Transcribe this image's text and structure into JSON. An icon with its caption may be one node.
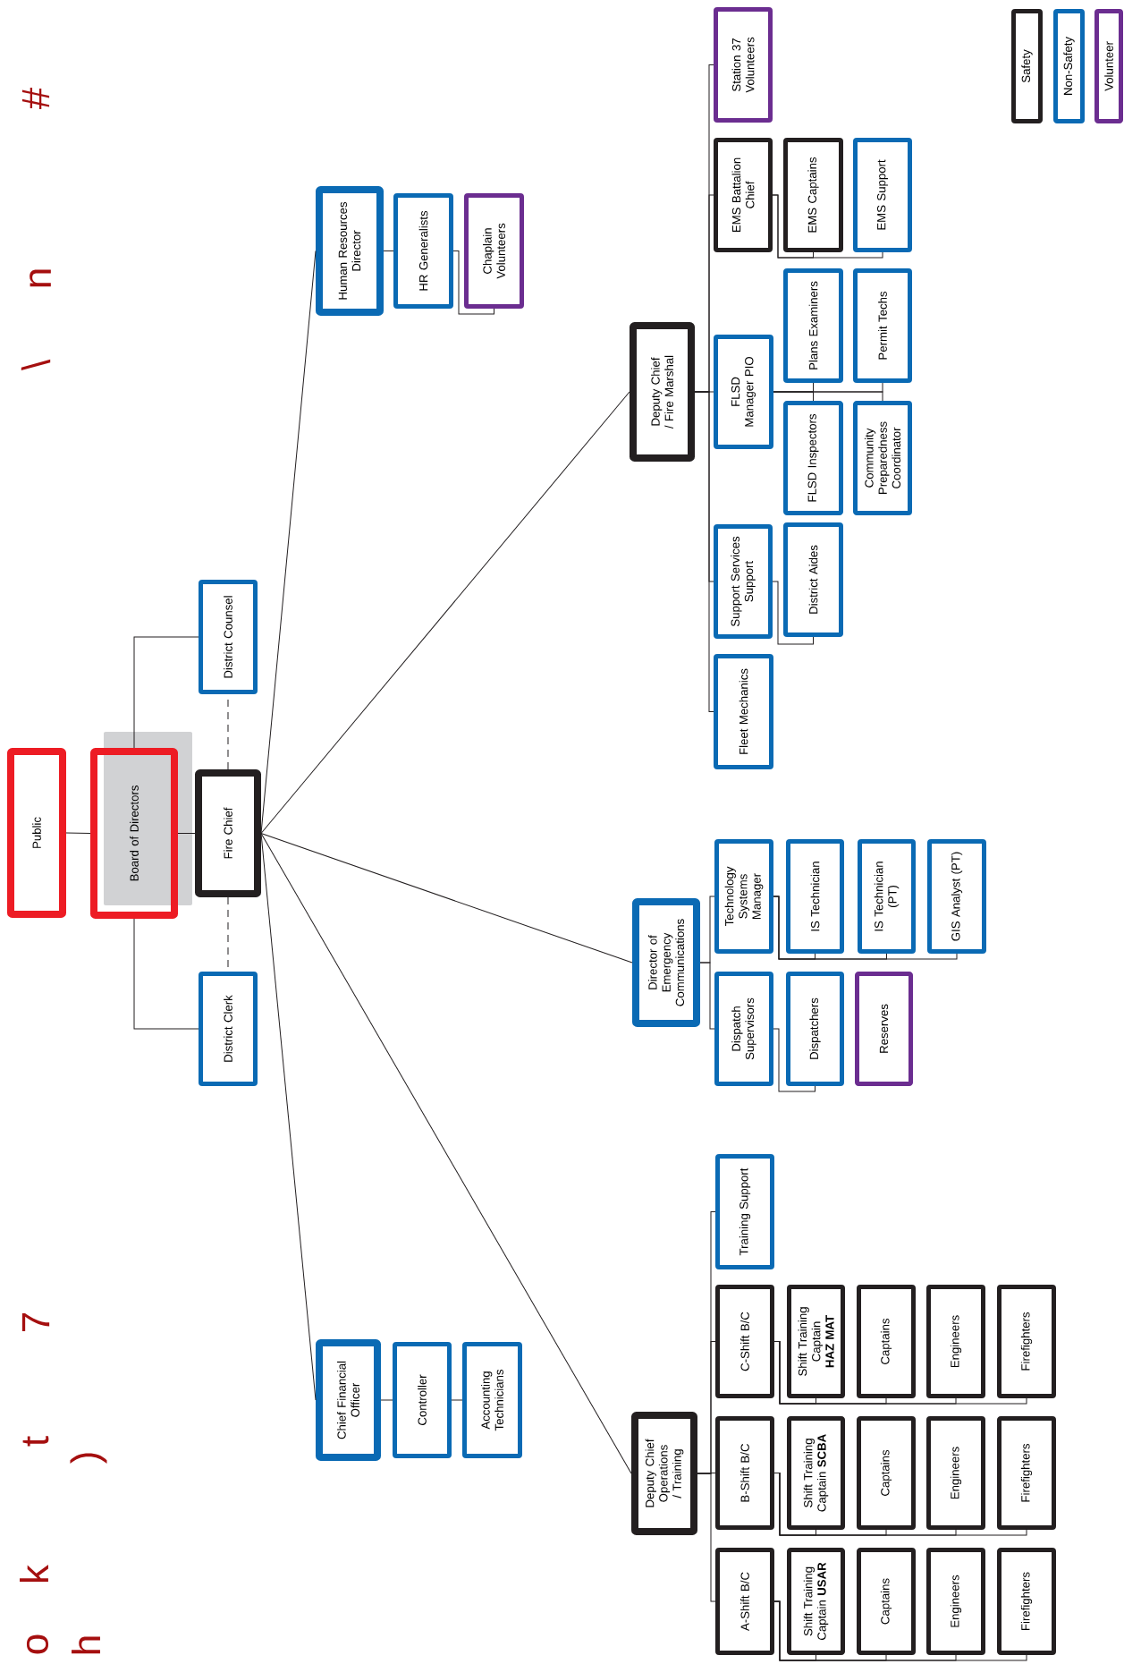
{
  "diagram": {
    "nodes": [
      {
        "text": [
          "Public"
        ]
      },
      {
        "text": [
          "Board of Directors"
        ]
      },
      {
        "text": [
          "Fire Chief"
        ]
      },
      {
        "text": [
          "District Counsel"
        ]
      },
      {
        "text": [
          "District Clerk"
        ]
      },
      {
        "text": [
          "Human Resources Director"
        ]
      },
      {
        "text": [
          "HR Generalists"
        ]
      },
      {
        "text": [
          "Chaplain Volunteers"
        ]
      },
      {
        "text": [
          "Deputy Chief / Fire Marshal"
        ]
      },
      {
        "text": [
          "Station 37 Volunteers"
        ]
      },
      {
        "text": [
          "EMS Battalion Chief"
        ]
      },
      {
        "text": [
          "EMS Captains"
        ]
      },
      {
        "text": [
          "EMS Support"
        ]
      },
      {
        "text": [
          "FLSD Manager PIO"
        ]
      },
      {
        "text": [
          "Plans Examiners"
        ]
      },
      {
        "text": [
          "Permit Techs"
        ]
      },
      {
        "text": [
          "FLSD Inspectors"
        ]
      },
      {
        "text": [
          "Community Preparedness Coordinator"
        ]
      },
      {
        "text": [
          "Support Services Support"
        ]
      },
      {
        "text": [
          "District Aides"
        ]
      },
      {
        "text": [
          "Fleet Mechanics"
        ]
      },
      {
        "text": [
          "Director of Emergency Communications"
        ]
      },
      {
        "text": [
          "Technology Systems Manager"
        ]
      },
      {
        "text": [
          "IS Technician"
        ]
      },
      {
        "text": [
          "IS Technician (PT)"
        ]
      },
      {
        "text": [
          "GIS Analyst (PT)"
        ]
      },
      {
        "text": [
          "Dispatch Supervisors"
        ]
      },
      {
        "text": [
          "Dispatchers"
        ]
      },
      {
        "text": [
          "Reserves"
        ]
      },
      {
        "text": [
          "Chief Financial Officer"
        ]
      },
      {
        "text": [
          "Controller"
        ]
      },
      {
        "text": [
          "Accounting Technicians"
        ]
      },
      {
        "text": [
          "Deputy Chief Operations / Training"
        ]
      },
      {
        "text": [
          "Training Support"
        ]
      },
      {
        "text": [
          "C-Shift B/C"
        ]
      },
      {
        "text": [
          "Shift Training Captain **HAZ MAT**"
        ]
      },
      {
        "text": [
          "Captains"
        ]
      },
      {
        "text": [
          "Engineers"
        ]
      },
      {
        "text": [
          "Firefighters"
        ]
      },
      {
        "text": [
          "B-Shift B/C"
        ]
      },
      {
        "text": [
          "Shift Training Captain **SCBA**"
        ]
      },
      {
        "text": [
          "Captains"
        ]
      },
      {
        "text": [
          "Engineers"
        ]
      },
      {
        "text": [
          "Firefighters"
        ]
      },
      {
        "text": [
          "A-Shift B/C"
        ]
      },
      {
        "text": [
          "Shift Training Captain **USAR**"
        ]
      },
      {
        "text": [
          "Captains"
        ]
      },
      {
        "text": [
          "Engineers"
        ]
      },
      {
        "text": [
          "Firefighters"
        ]
      }
    ],
    "edges": [
      {
        "from": 0,
        "to": 1,
        "arrow": "none"
      },
      {
        "from": 1,
        "to": 2,
        "arrow": "none"
      },
      {
        "from": 1,
        "to": 3,
        "arrow": "none"
      },
      {
        "from": 1,
        "to": 4,
        "arrow": "none"
      },
      {
        "from": 2,
        "to": 3,
        "arrow": "none",
        "style": "dashed"
      },
      {
        "from": 2,
        "to": 4,
        "arrow": "none",
        "style": "dashed"
      },
      {
        "from": 2,
        "to": 5,
        "arrow": "none"
      },
      {
        "from": 2,
        "to": 8,
        "arrow": "none"
      },
      {
        "from": 2,
        "to": 21,
        "arrow": "none"
      },
      {
        "from": 2,
        "to": 32,
        "arrow": "none"
      },
      {
        "from": 2,
        "to": 29,
        "arrow": "none"
      },
      {
        "from": 5,
        "to": 6,
        "arrow": "none"
      },
      {
        "from": 6,
        "to": 7,
        "arrow": "none"
      },
      {
        "from": 8,
        "to": 9,
        "arrow": "none"
      },
      {
        "from": 8,
        "to": 10,
        "arrow": "none"
      },
      {
        "from": 8,
        "to": 13,
        "arrow": "none"
      },
      {
        "from": 8,
        "to": 18,
        "arrow": "none"
      },
      {
        "from": 8,
        "to": 20,
        "arrow": "none"
      },
      {
        "from": 10,
        "to": 11,
        "arrow": "none"
      },
      {
        "from": 10,
        "to": 12,
        "arrow": "none"
      },
      {
        "from": 13,
        "to": 14,
        "arrow": "none"
      },
      {
        "from": 13,
        "to": 15,
        "arrow": "none"
      },
      {
        "from": 13,
        "to": 16,
        "arrow": "none"
      },
      {
        "from": 13,
        "to": 17,
        "arrow": "none"
      },
      {
        "from": 18,
        "to": 19,
        "arrow": "none"
      },
      {
        "from": 21,
        "to": 22,
        "arrow": "none"
      },
      {
        "from": 21,
        "to": 26,
        "arrow": "none"
      },
      {
        "from": 22,
        "to": 23,
        "arrow": "none"
      },
      {
        "from": 22,
        "to": 24,
        "arrow": "none"
      },
      {
        "from": 22,
        "to": 25,
        "arrow": "none"
      },
      {
        "from": 26,
        "to": 27,
        "arrow": "none"
      },
      {
        "from": 29,
        "to": 30,
        "arrow": "none"
      },
      {
        "from": 30,
        "to": 31,
        "arrow": "none"
      },
      {
        "from": 32,
        "to": 33,
        "arrow": "none"
      },
      {
        "from": 32,
        "to": 34,
        "arrow": "none"
      },
      {
        "from": 32,
        "to": 39,
        "arrow": "none"
      },
      {
        "from": 32,
        "to": 44,
        "arrow": "none"
      },
      {
        "from": 34,
        "to": 35,
        "arrow": "none"
      },
      {
        "from": 34,
        "to": 36,
        "arrow": "none"
      },
      {
        "from": 34,
        "to": 37,
        "arrow": "none"
      },
      {
        "from": 34,
        "to": 38,
        "arrow": "none"
      },
      {
        "from": 39,
        "to": 40,
        "arrow": "none"
      },
      {
        "from": 39,
        "to": 41,
        "arrow": "none"
      },
      {
        "from": 39,
        "to": 42,
        "arrow": "none"
      },
      {
        "from": 39,
        "to": 43,
        "arrow": "none"
      },
      {
        "from": 44,
        "to": 45,
        "arrow": "none"
      },
      {
        "from": 44,
        "to": 46,
        "arrow": "none"
      },
      {
        "from": 44,
        "to": 47,
        "arrow": "none"
      },
      {
        "from": 44,
        "to": 48,
        "arrow": "none"
      }
    ],
    "labels": [
      "#",
      "n",
      "\\",
      "7",
      "t",
      ")",
      "k",
      "o",
      "h"
    ],
    "legend": [
      {
        "text": "Safety"
      },
      {
        "text": "Non-Safety"
      },
      {
        "text": "Volunteer"
      }
    ]
  }
}
